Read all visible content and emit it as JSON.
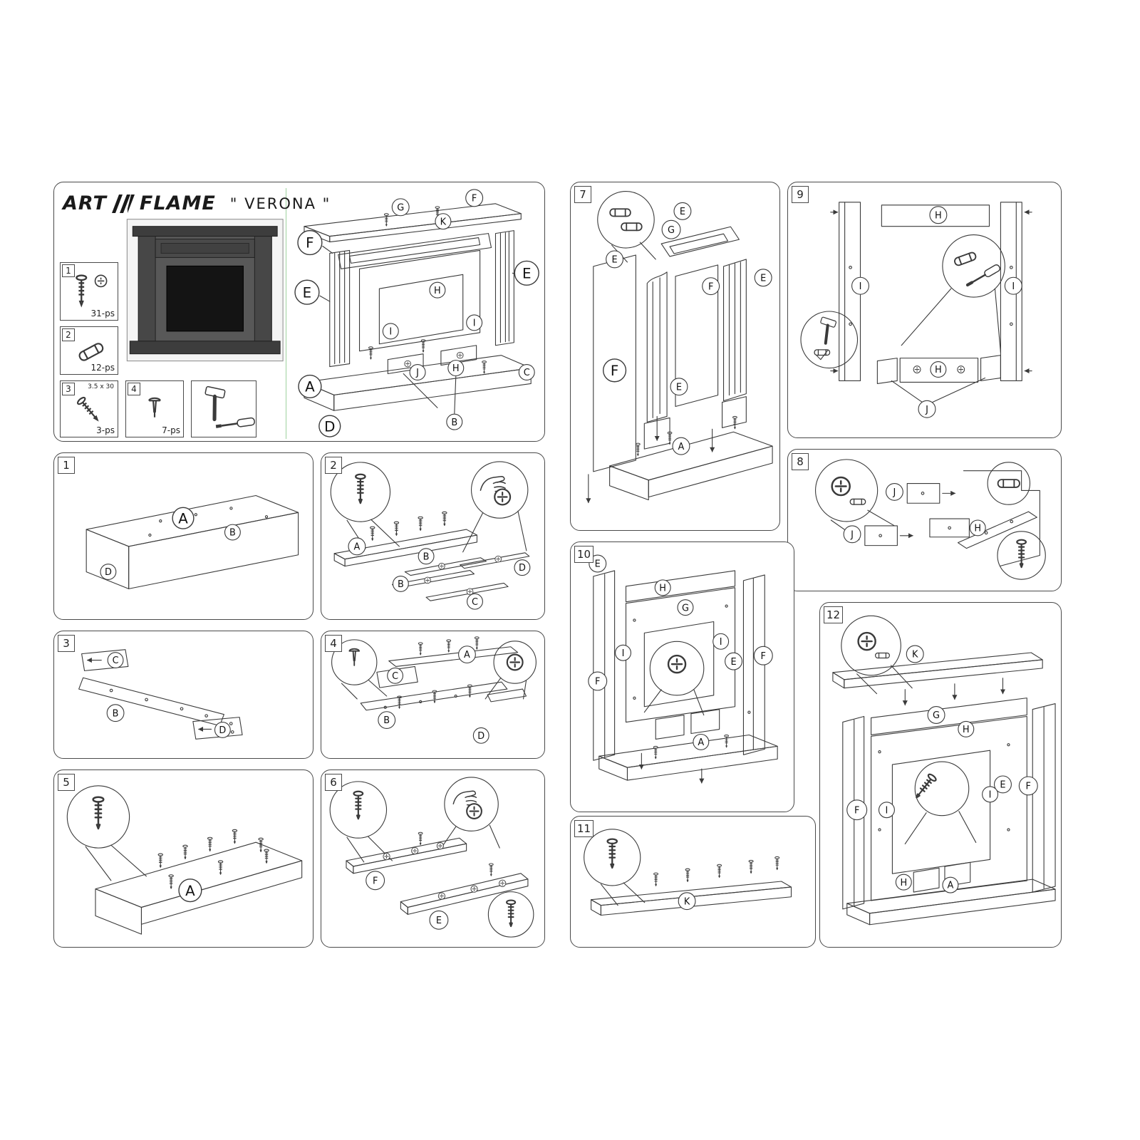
{
  "page": {
    "background": "#ffffff",
    "line_color": "#3a3a3a"
  },
  "header": {
    "brand_left": "ART",
    "brand_right": "FLAME",
    "product": "\" VERONA \"",
    "hardware": [
      {
        "num": "1",
        "qty": "31-ps",
        "size": "",
        "icon": "confirmat-screw-and-cam-lock"
      },
      {
        "num": "2",
        "qty": "12-ps",
        "size": "",
        "icon": "wooden-dowel"
      },
      {
        "num": "3",
        "qty": "3-ps",
        "size": "3.5 x 30",
        "icon": "wood-screw"
      },
      {
        "num": "4",
        "qty": "7-ps",
        "size": "",
        "icon": "tack-nail"
      }
    ],
    "tools_icon": "hammer-and-screwdriver",
    "overview_labels": [
      "G",
      "F",
      "K",
      "F",
      "E",
      "E",
      "H",
      "I",
      "I",
      "A",
      "C",
      "J",
      "H",
      "B",
      "D"
    ]
  },
  "steps": [
    {
      "num": "1",
      "labels": [
        "A",
        "B",
        "D"
      ]
    },
    {
      "num": "2",
      "labels": [
        "A",
        "B",
        "B",
        "D",
        "C"
      ]
    },
    {
      "num": "3",
      "labels": [
        "C",
        "B",
        "D"
      ]
    },
    {
      "num": "4",
      "labels": [
        "C",
        "A",
        "B",
        "D"
      ]
    },
    {
      "num": "5",
      "labels": [
        "A"
      ]
    },
    {
      "num": "6",
      "labels": [
        "F",
        "E"
      ]
    },
    {
      "num": "7",
      "labels": [
        "E",
        "G",
        "E",
        "F",
        "E",
        "F",
        "E",
        "A"
      ]
    },
    {
      "num": "8",
      "labels": [
        "J",
        "J",
        "H"
      ]
    },
    {
      "num": "9",
      "labels": [
        "H",
        "I",
        "I",
        "H",
        "J"
      ]
    },
    {
      "num": "10",
      "labels": [
        "E",
        "H",
        "G",
        "I",
        "I",
        "E",
        "F",
        "F",
        "A"
      ]
    },
    {
      "num": "11",
      "labels": [
        "K"
      ]
    },
    {
      "num": "12",
      "labels": [
        "K",
        "G",
        "H",
        "E",
        "F",
        "F",
        "I",
        "I",
        "H",
        "A"
      ]
    }
  ]
}
